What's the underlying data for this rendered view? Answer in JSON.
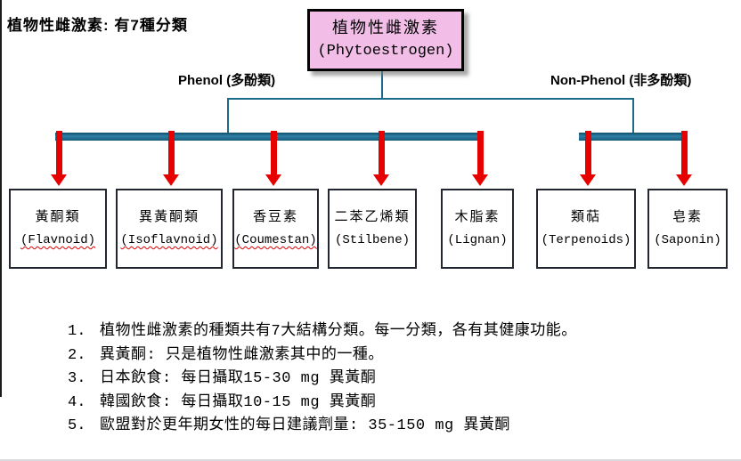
{
  "page": {
    "title": "植物性雌激素: 有7種分類"
  },
  "root_box": {
    "zh": "植物性雌激素",
    "en": "(Phytoestrogen)"
  },
  "branches": {
    "left": "Phenol (多酚類)",
    "right": "Non-Phenol (非多酚類)"
  },
  "categories": [
    {
      "zh": "黃酮類",
      "en": "(Flavnoid)",
      "spellcheck_underline": true
    },
    {
      "zh": "異黃酮類",
      "en": "(Isoflavnoid)",
      "spellcheck_underline": true
    },
    {
      "zh": "香豆素",
      "en": "(Coumestan)",
      "spellcheck_underline": true
    },
    {
      "zh": "二苯乙烯類",
      "en": "(Stilbene)",
      "spellcheck_underline": false
    },
    {
      "zh": "木脂素",
      "en": "(Lignan)",
      "spellcheck_underline": false
    },
    {
      "zh": "類萜",
      "en": "(Terpenoids)",
      "spellcheck_underline": false
    },
    {
      "zh": "皂素",
      "en": "(Saponin)",
      "spellcheck_underline": false
    }
  ],
  "notes": [
    {
      "num": "1.",
      "text": "植物性雌激素的種類共有7大結構分類。每一分類，各有其健康功能。"
    },
    {
      "num": "2.",
      "text": "異黃酮: 只是植物性雌激素其中的一種。"
    },
    {
      "num": "3.",
      "text": "日本飲食: 每日攝取15-30 mg 異黃酮"
    },
    {
      "num": "4.",
      "text": "韓國飲食: 每日攝取10-15 mg 異黃酮"
    },
    {
      "num": "5.",
      "text": "歐盟對於更年期女性的每日建議劑量: 35-150 mg 異黃酮"
    }
  ],
  "colors": {
    "root_box_fill": "#f2bee8",
    "connector_teal": "#1d6a8a",
    "arrow_red": "#e60000",
    "spellcheck_red": "#e00000",
    "box_border": "#22262e"
  }
}
